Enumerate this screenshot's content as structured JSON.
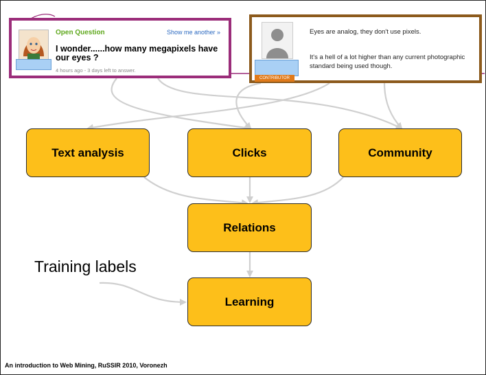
{
  "question": {
    "tag": "Open Question",
    "show_another": "Show me another »",
    "title": "I wonder......how many megapixels have our eyes ?",
    "meta": "4 hours ago - 3 days left to answer."
  },
  "answer": {
    "line1": "Eyes are analog, they don't use pixels.",
    "line2": "It's a hell of a lot higher than any current photographic standard being used though.",
    "badge": "CONTRIBUTOR"
  },
  "nodes": {
    "text_analysis": "Text analysis",
    "clicks": "Clicks",
    "community": "Community",
    "relations": "Relations",
    "learning": "Learning"
  },
  "training_labels": "Training labels",
  "footer": "An introduction to Web Mining, RuSSIR 2010, Voronezh",
  "colors": {
    "node_fill": "#fdbf1a",
    "question_border": "#9b2d7a",
    "answer_border": "#8c5a1c",
    "arrow": "#cfcfcf"
  }
}
